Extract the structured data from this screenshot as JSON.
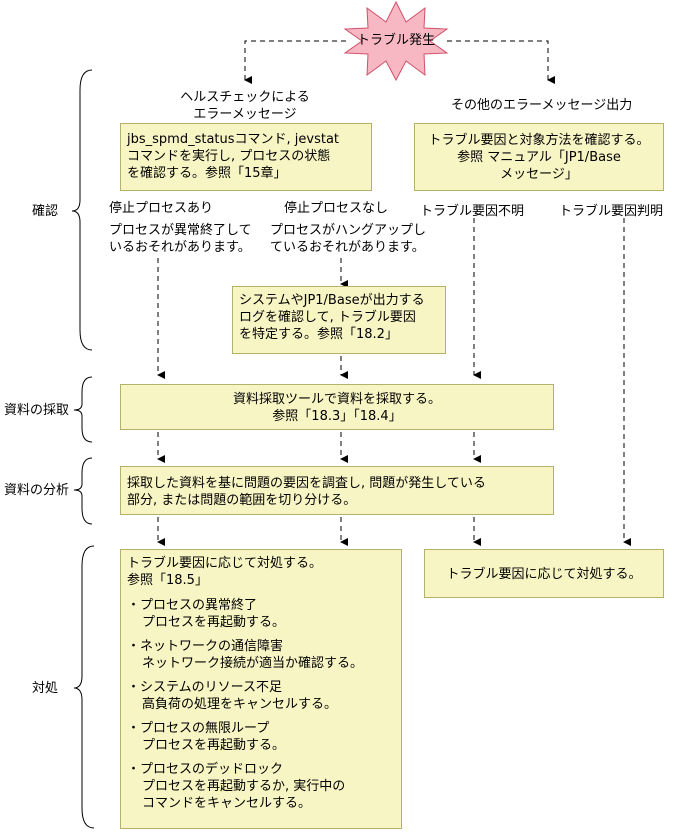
{
  "start": "トラブル発生",
  "sections": {
    "confirm": "確認",
    "collect": "資料の採取",
    "analyze": "資料の分析",
    "handle": "対処"
  },
  "headers": {
    "health_check": [
      "ヘルスチェックによる",
      "エラーメッセージ"
    ],
    "other_messages": "その他のエラーメッセージ出力"
  },
  "boxes": {
    "status_check": [
      "jbs_spmd_statusコマンド, jevstat",
      "コマンドを実行し, プロセスの状態",
      "を確認する。参照「15章」"
    ],
    "cause_method": [
      "トラブル要因と対象方法を確認する。",
      "参照 マニュアル「JP1/Base",
      "メッセージ」"
    ],
    "log_check": [
      "システムやJP1/Baseが出力する",
      "ログを確認して, トラブル要因",
      "を特定する。参照「18.2」"
    ],
    "collect_tool": [
      "資料採取ツールで資料を採取する。",
      "参照「18.3」「18.4」"
    ],
    "analyze": [
      "採取した資料を基に問題の要因を調査し, 問題が発生している",
      "部分, または問題の範囲を切り分ける。"
    ],
    "handle_by_cause": "トラブル要因に応じて対処する。",
    "handle_main": {
      "intro": [
        "トラブル要因に応じて対処する。",
        "参照「18.5」"
      ],
      "items": [
        {
          "title": "・プロセスの異常終了",
          "lines": [
            "プロセスを再起動する。"
          ]
        },
        {
          "title": "・ネットワークの通信障害",
          "lines": [
            "ネットワーク接続が適当か確認する。"
          ]
        },
        {
          "title": "・システムのリソース不足",
          "lines": [
            "高負荷の処理をキャンセルする。"
          ]
        },
        {
          "title": "・プロセスの無限ループ",
          "lines": [
            "プロセスを再起動する。"
          ]
        },
        {
          "title": "・プロセスのデッドロック",
          "lines": [
            "プロセスを再起動するか, 実行中の",
            "コマンドをキャンセルする。"
          ]
        }
      ]
    }
  },
  "branch_labels": {
    "stopped": "停止プロセスあり",
    "not_stopped": "停止プロセスなし",
    "unknown": "トラブル要因不明",
    "known": "トラブル要因判明"
  },
  "notes": {
    "abnormal_end": [
      "プロセスが異常終了して",
      "いるおそれがあります。"
    ],
    "hangup": [
      "プロセスがハングアップし",
      "ているおそれがあります。"
    ]
  },
  "colors": {
    "box_fill": "#f7f5c4",
    "box_border": "#b4b26a",
    "burst_fill": "#f7b8c3",
    "burst_stroke": "#d0506a"
  }
}
